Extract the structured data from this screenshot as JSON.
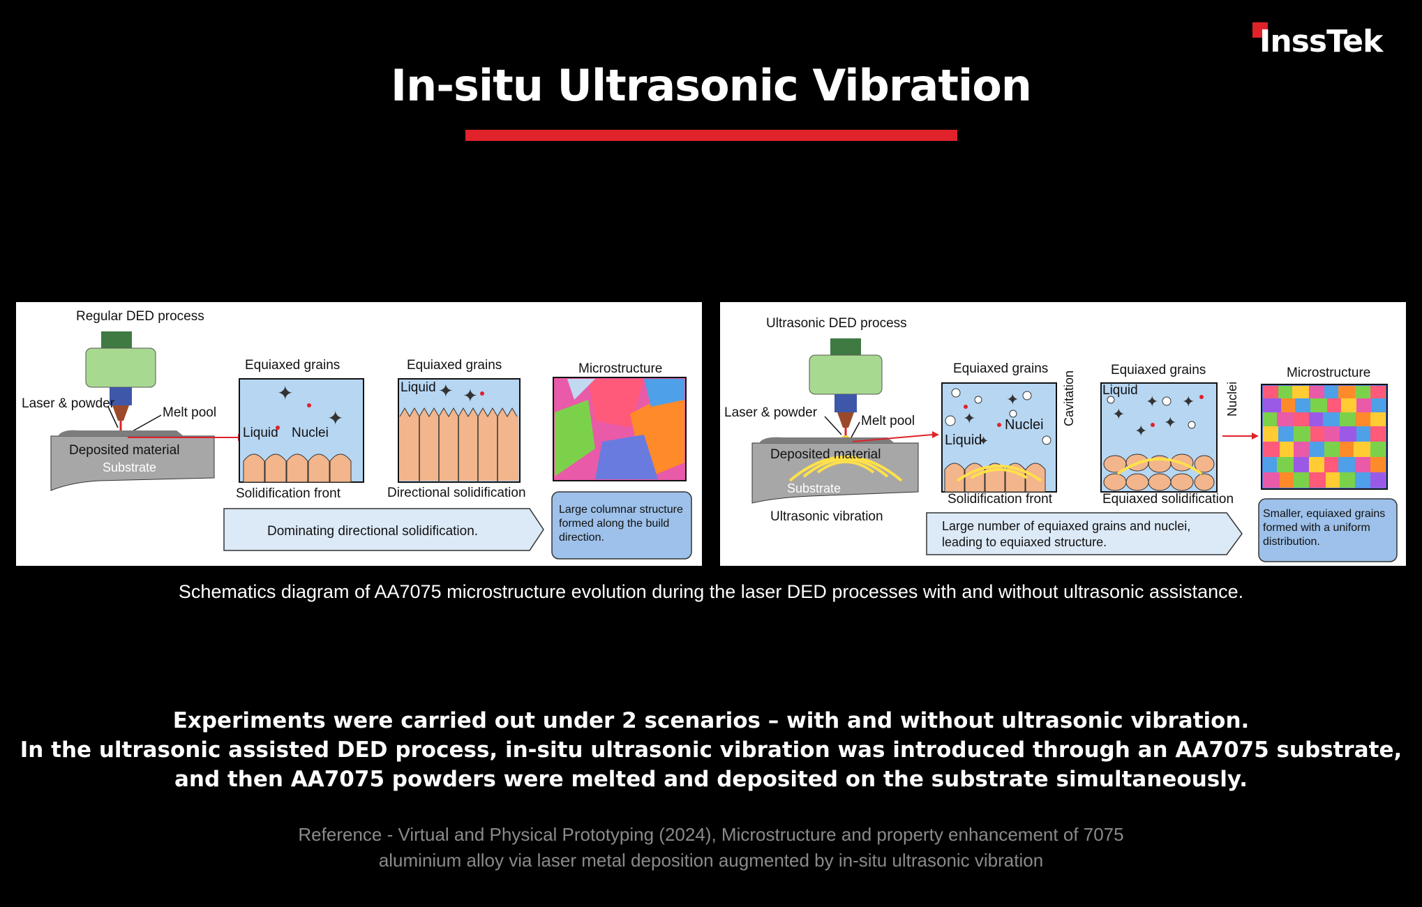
{
  "brand": {
    "logo_text": "InssTek",
    "accent_color": "#e0222a"
  },
  "title": "In-situ Ultrasonic Vibration",
  "left_diagram": {
    "process": "Regular DED process",
    "laser_powder": "Laser & powder",
    "melt_pool": "Melt pool",
    "deposited": "Deposited material",
    "substrate": "Substrate",
    "box1_title": "Equiaxed grains",
    "box1_liquid": "Liquid",
    "box1_nuclei": "Nuclei",
    "box1_caption": "Solidification front",
    "box2_title": "Equiaxed grains",
    "box2_liquid": "Liquid",
    "box2_caption": "Directional solidification",
    "box3_title": "Microstructure",
    "arrow_text": "Dominating directional solidification.",
    "note_lines": [
      "Large columnar structure",
      "formed along the build",
      "direction."
    ]
  },
  "right_diagram": {
    "process": "Ultrasonic DED process",
    "laser_powder": "Laser & powder",
    "melt_pool": "Melt pool",
    "deposited": "Deposited material",
    "substrate": "Substrate",
    "vibration": "Ultrasonic vibration",
    "box1_title": "Equiaxed grains",
    "box1_liquid": "Liquid",
    "box1_nuclei": "Nuclei",
    "cavitation": "Cavitation",
    "box1_caption": "Solidification front",
    "box2_title": "Equiaxed grains",
    "box2_liquid": "Liquid",
    "nuclei_vertical": "Nuclei",
    "box2_caption": "Equiaxed solidification",
    "box3_title": "Microstructure",
    "arrow_lines": [
      "Large number of equiaxed grains and nuclei,",
      "leading to equiaxed structure."
    ],
    "note_lines": [
      "Smaller, equiaxed  grains",
      "formed with a uniform",
      "distribution."
    ]
  },
  "caption": "Schematics diagram of AA7075 microstructure evolution during the laser DED processes with and without ultrasonic assistance.",
  "body_lines": [
    "Experiments were carried out under 2 scenarios – with and without ultrasonic vibration.",
    "In the ultrasonic assisted DED process, in-situ ultrasonic vibration was introduced through an AA7075 substrate,",
    "and then AA7075 powders were melted and deposited on the substrate simultaneously."
  ],
  "reference_lines": [
    "Reference - Virtual and Physical Prototyping (2024), Microstructure and property enhancement of 7075",
    "aluminium alloy via laser metal deposition augmented by in-situ ultrasonic vibration"
  ]
}
